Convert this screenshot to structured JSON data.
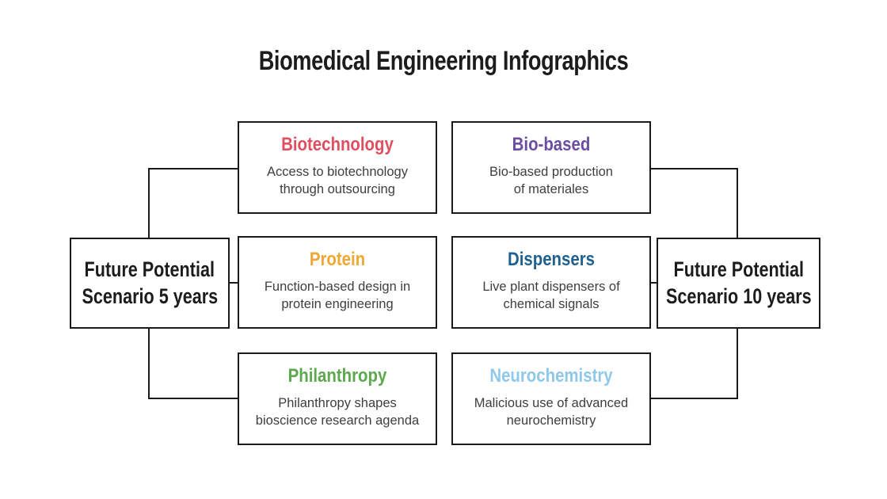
{
  "title": "Biomedical Engineering Infographics",
  "colors": {
    "background": "#FFFFFF",
    "line": "#1A1A1A",
    "heading_text": "#1C1C1C",
    "body_text": "#3E3E3E",
    "biotechnology": "#E04F60",
    "bio_based": "#6B4EA0",
    "protein": "#F0A832",
    "dispensers": "#1F618E",
    "philanthropy": "#5CA84E",
    "neurochemistry": "#8FC8E8"
  },
  "left_node": {
    "line1": "Future Potential",
    "line2": "Scenario 5 years"
  },
  "right_node": {
    "line1": "Future Potential",
    "line2": "Scenario 10 years"
  },
  "cards": [
    {
      "title": "Biotechnology",
      "color": "#E04F60",
      "body1": "Access to biotechnology",
      "body2": "through outsourcing"
    },
    {
      "title": "Bio-based",
      "color": "#6B4EA0",
      "body1": "Bio-based production",
      "body2": "of materiales"
    },
    {
      "title": "Protein",
      "color": "#F0A832",
      "body1": "Function-based design in",
      "body2": "protein engineering"
    },
    {
      "title": "Dispensers",
      "color": "#1F618E",
      "body1": "Live plant dispensers of",
      "body2": "chemical signals"
    },
    {
      "title": "Philanthropy",
      "color": "#5CA84E",
      "body1": "Philanthropy shapes",
      "body2": "bioscience research agenda"
    },
    {
      "title": "Neurochemistry",
      "color": "#8FC8E8",
      "body1": "Malicious use of advanced",
      "body2": "neurochemistry"
    }
  ]
}
